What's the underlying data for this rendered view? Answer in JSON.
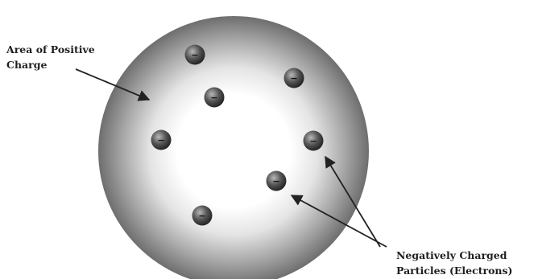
{
  "labels": {
    "positive_area_line1": "Area of Positive",
    "positive_area_line2": "Charge",
    "electrons_line1": "Negatively Charged",
    "electrons_line2": "Particles (Electrons)"
  },
  "electron_symbol": "−",
  "electron_count": 7,
  "colors": {
    "sphere_center": "#ffffff",
    "sphere_edge": "#6e6e6e",
    "electron": "#3a3a3a",
    "arrow": "#222222",
    "text": "#1f1f1f"
  }
}
